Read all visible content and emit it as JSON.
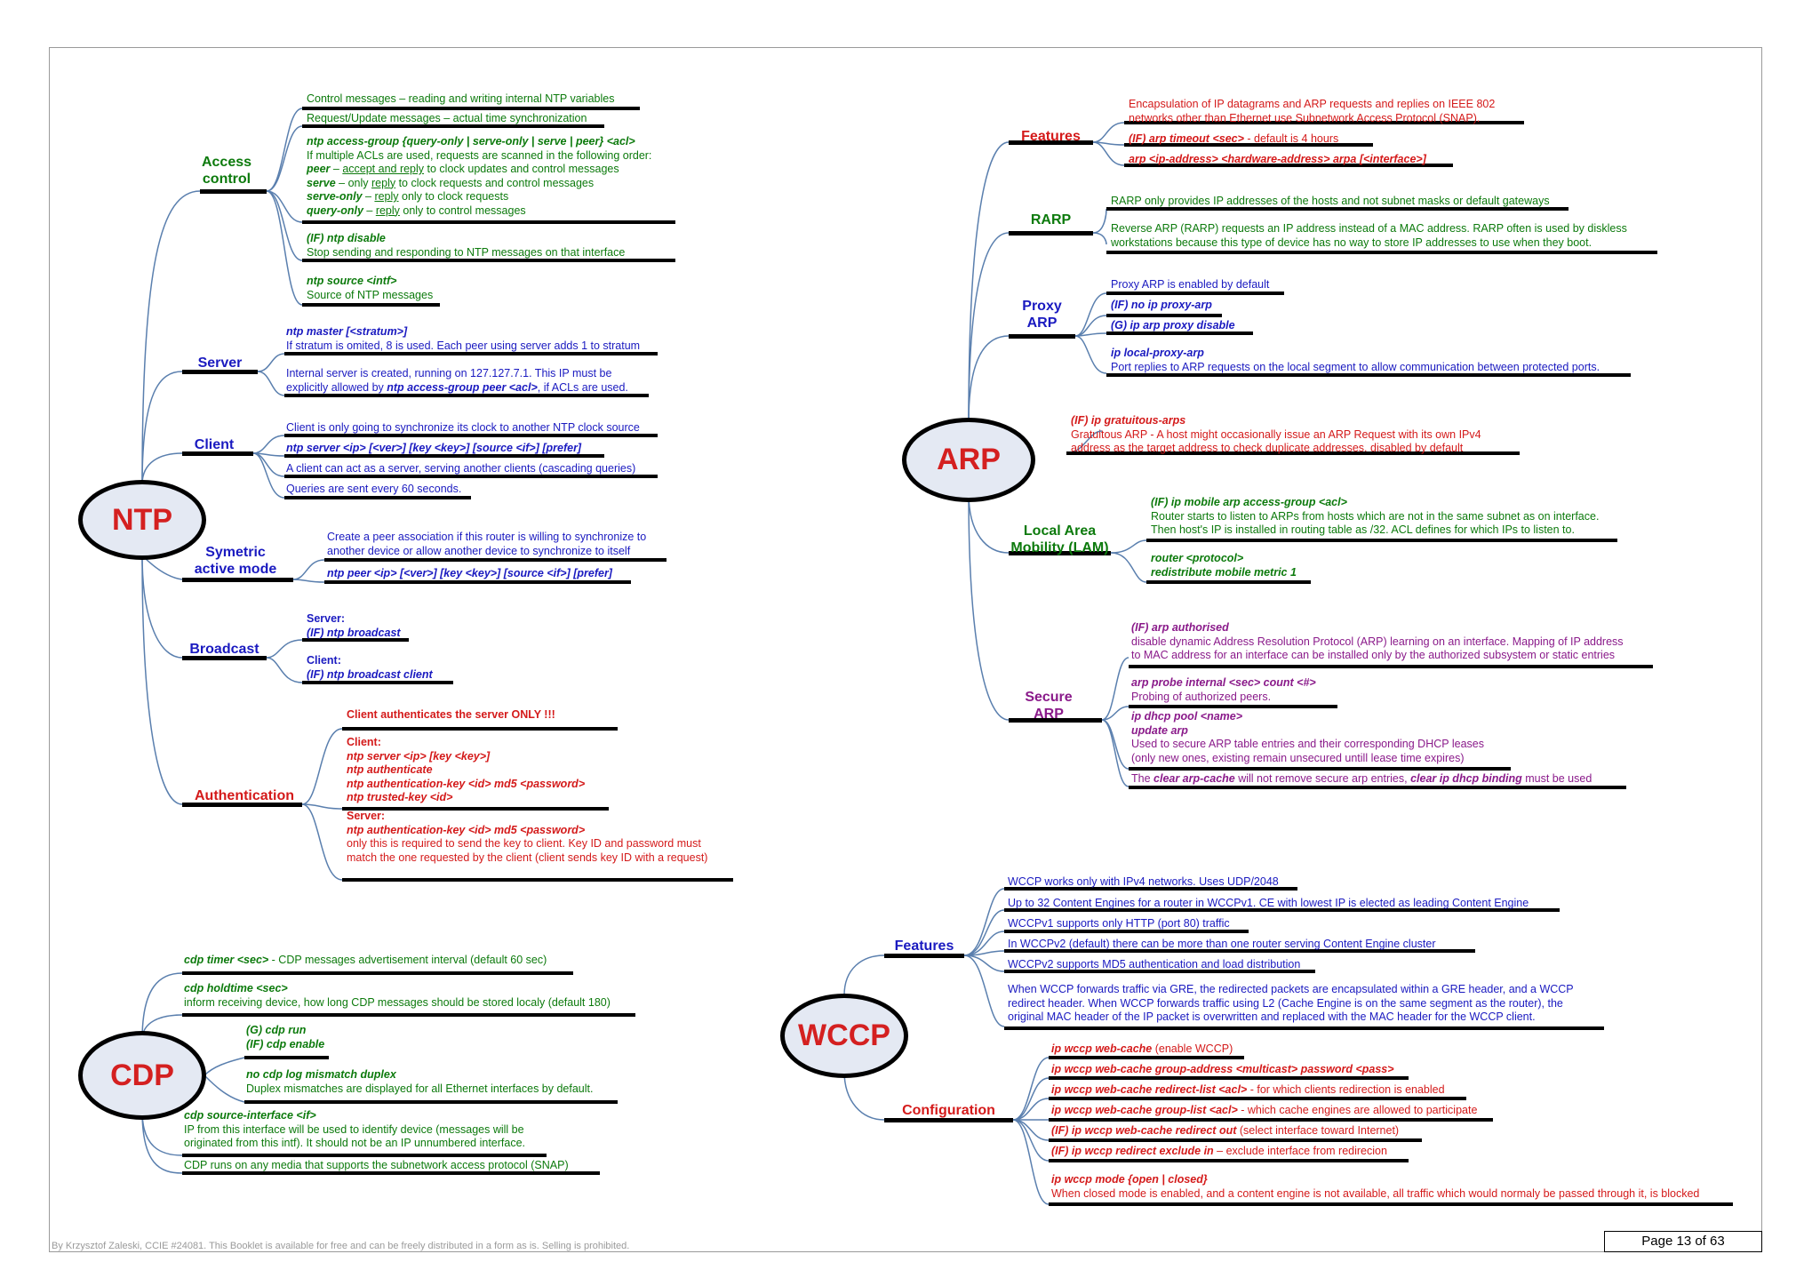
{
  "colors": {
    "green": "#0c7a0c",
    "blue": "#1a1ac0",
    "red": "#d41a1a",
    "purple": "#8a1a8a",
    "node_fill": "#e4e9f3",
    "node_text": "#d42020"
  },
  "footer": {
    "credit": "By Krzysztof Zaleski, CCIE #24081. This Booklet is available for free and can be freely distributed in a form as is. Selling is prohibited.",
    "page": "Page 13 of 63"
  },
  "ntp": {
    "title": "NTP",
    "access": {
      "label_1": "Access",
      "label_2": "control",
      "l1": "Control messages – reading and writing internal NTP variables",
      "l2": "Request/Update messages – actual time synchronization",
      "l3": "ntp access-group {query-only | serve-only | serve | peer} <acl>",
      "l4": "If multiple ACLs are used, requests are scanned in the following order:",
      "l5k": "peer",
      "l5a": " – ",
      "l5u": "accept and reply",
      "l5b": " to clock updates and control messages",
      "l6k": "serve",
      "l6a": " – only ",
      "l6u": "reply",
      "l6b": " to clock requests and control messages",
      "l7k": "serve-only",
      "l7a": " – ",
      "l7u": "reply",
      "l7b": " only to clock requests",
      "l8k": "query-only",
      "l8a": " – ",
      "l8u": "reply",
      "l8b": " only to control messages",
      "l9": "(IF) ntp disable",
      "l10": "Stop sending and responding to NTP messages on that interface",
      "l11": "ntp source <intf>",
      "l12": "Source of NTP messages"
    },
    "server": {
      "label": "Server",
      "l1": "ntp master [<stratum>]",
      "l2": "If stratum is omited, 8 is used. Each peer using server adds 1 to stratum",
      "l3": "Internal server is created, running on 127.127.7.1. This IP must be",
      "l4a": "explicitly allowed by ",
      "l4k": "ntp access-group peer <acl>",
      "l4b": ", if ACLs are used."
    },
    "client": {
      "label": "Client",
      "l1": "Client is only going to synchronize its clock to another NTP clock source",
      "l2": "ntp server <ip> [<ver>] [key <key>] [source <if>] [prefer]",
      "l3": "A client can act as a server, serving another clients (cascading queries)",
      "l4": "Queries are sent every 60 seconds."
    },
    "symetric": {
      "label_1": "Symetric",
      "label_2": "active mode",
      "l1": "Create a peer association if this router is willing to synchronize to",
      "l2": "another device or allow another device to synchronize to itself",
      "l3": "ntp peer <ip> [<ver>] [key <key>] [source <if>] [prefer]"
    },
    "broadcast": {
      "label": "Broadcast",
      "l1": "Server:",
      "l2": "(IF) ntp broadcast",
      "l3": "Client:",
      "l4": "(IF) ntp broadcast client"
    },
    "auth": {
      "label": "Authentication",
      "l1": "Client authenticates the server ONLY !!!",
      "l2": "Client:",
      "l3": "ntp server <ip> [key <key>]",
      "l4": "ntp authenticate",
      "l5": "ntp authentication-key <id> md5 <password>",
      "l6": "ntp trusted-key <id>",
      "l7": "Server:",
      "l8": "ntp authentication-key <id> md5 <password>",
      "l9": "only this is required to send the key to client. Key ID and password must",
      "l10": "match the one requested by the client (client sends key ID with a request)"
    }
  },
  "cdp": {
    "title": "CDP",
    "l1k": "cdp timer <sec>",
    "l1b": " - CDP messages advertisement interval (default 60 sec)",
    "l2": "cdp holdtime <sec>",
    "l3": "inform receiving device, how long CDP messages should be stored localy (default 180)",
    "l4": "(G) cdp run",
    "l5": "(IF) cdp enable",
    "l6": "no cdp log mismatch duplex",
    "l7": "Duplex mismatches are displayed for all Ethernet interfaces by default.",
    "l8": "cdp source-interface <if>",
    "l9": "IP from this interface will be used to identify device (messages will be",
    "l10": "originated from this intf). It should not be an IP unnumbered interface.",
    "l11": "CDP runs on any media that supports the subnetwork access protocol (SNAP)"
  },
  "arp": {
    "title": "ARP",
    "features": {
      "label": "Features",
      "l1": "Encapsulation of IP datagrams and ARP requests and replies on IEEE 802",
      "l2": "networks other than Ethernet use Subnetwork Access Protocol (SNAP).",
      "l3k": "(IF) arp timeout <sec>",
      "l3b": " - default  is 4 hours",
      "l4": "arp <ip-address> <hardware-address> arpa [<interface>]"
    },
    "rarp": {
      "label": "RARP",
      "l1": "RARP only provides IP addresses of the hosts and not subnet masks or default gateways",
      "l2": "Reverse ARP (RARP) requests an IP address instead of a MAC address. RARP often is used by diskless",
      "l3": "workstations because this type of device has no way to store IP addresses to use when they boot."
    },
    "proxy": {
      "label_1": "Proxy",
      "label_2": "ARP",
      "l1": "Proxy ARP is enabled by default",
      "l2": "(IF) no ip proxy-arp",
      "l3": "(G) ip arp proxy disable",
      "l4": "ip local-proxy-arp",
      "l5": "Port replies to ARP requests on the local segment to allow communication between protected ports."
    },
    "grat": {
      "l1": "(IF) ip gratuitous-arps",
      "l2": "Gratuitous ARP  - A host might occasionally issue an ARP Request with its own IPv4",
      "l3": "address as the target address to check duplicate addresses. disabled by default"
    },
    "lam": {
      "label_1": "Local Area",
      "label_2": "Mobility (LAM)",
      "l1": "(IF) ip mobile arp access-group <acl>",
      "l2": "Router starts to listen to ARPs from hosts which are not in the same subnet as on interface.",
      "l3": "Then host's IP is installed in routing table as /32. ACL defines for which IPs to listen to.",
      "l4": "router <protocol>",
      "l5": " redistribute mobile metric 1"
    },
    "secure": {
      "label_1": "Secure",
      "label_2": "ARP",
      "l1": "(IF) arp authorised",
      "l2": "disable dynamic Address Resolution Protocol (ARP) learning on an interface. Mapping of IP address",
      "l3": "to MAC address for an interface can be installed only by the authorized subsystem or static entries",
      "l4": "arp probe internal <sec> count <#>",
      "l5": "Probing of authorized peers.",
      "l6": "ip dhcp pool <name>",
      "l7": " update arp",
      "l8": "Used to secure ARP table entries and their corresponding DHCP leases",
      "l9": "(only new ones, existing remain unsecured untill lease time expires)",
      "l10a": "The ",
      "l10k": "clear arp-cache",
      "l10b": " will not remove secure arp entries, ",
      "l10k2": "clear ip dhcp binding",
      "l10c": " must be used"
    }
  },
  "wccp": {
    "title": "WCCP",
    "features": {
      "label": "Features",
      "l1": "WCCP works only with IPv4 networks. Uses UDP/2048",
      "l2": "Up to 32 Content Engines for a router in WCCPv1. CE with lowest IP is elected as leading Content Engine",
      "l3": "WCCPv1 supports only HTTP (port 80) traffic",
      "l4": "In WCCPv2 (default) there can be more than one router serving Content Engine cluster",
      "l5": "WCCPv2 supports MD5 authentication and load distribution",
      "l6": "When WCCP forwards traffic via GRE, the redirected packets are encapsulated within a GRE header, and a WCCP",
      "l7": "redirect header. When WCCP forwards traffic using L2 (Cache Engine is on the same segment as the router), the",
      "l8": "original MAC header of the IP packet is overwritten and replaced with the MAC header for the WCCP client."
    },
    "config": {
      "label": "Configuration",
      "l1k": "ip wccp web-cache",
      "l1b": " (enable WCCP)",
      "l2": "ip wccp web-cache group-address <multicast> password <pass>",
      "l3k": "ip wccp web-cache redirect-list <acl>",
      "l3b": " - for which clients redirection is enabled",
      "l4k": "ip wccp web-cache group-list <acl>",
      "l4b": " - which cache engines are allowed to participate",
      "l5k": "(IF) ip wccp web-cache redirect out",
      "l5b": " (select interface toward Internet)",
      "l6k": "(IF) ip wccp redirect exclude in",
      "l6b": " – exclude interface from redirecion",
      "l7": "ip wccp mode {open | closed}",
      "l8": "When closed mode is enabled, and a content engine is not available, all traffic which would normaly be passed through it, is blocked"
    }
  }
}
